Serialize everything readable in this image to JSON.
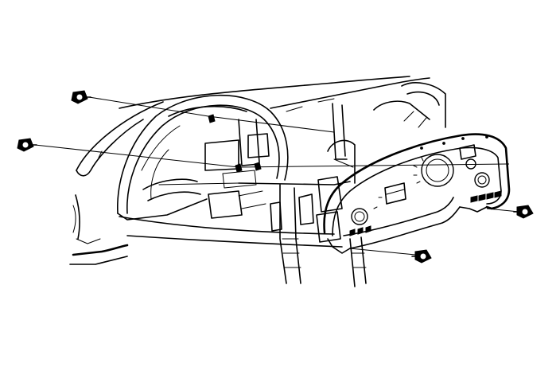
{
  "figure": {
    "type": "exploded-assembly-line-drawing",
    "colors": {
      "line": "#000000",
      "background": "#ffffff"
    },
    "parts": [
      {
        "name": "screw",
        "count": 4
      },
      {
        "name": "instrument-panel-cluster-trim-bezel",
        "count": 1
      },
      {
        "name": "instrument-panel-cluster",
        "count": 1
      },
      {
        "name": "instrument-panel-carrier",
        "count": 1
      }
    ]
  }
}
